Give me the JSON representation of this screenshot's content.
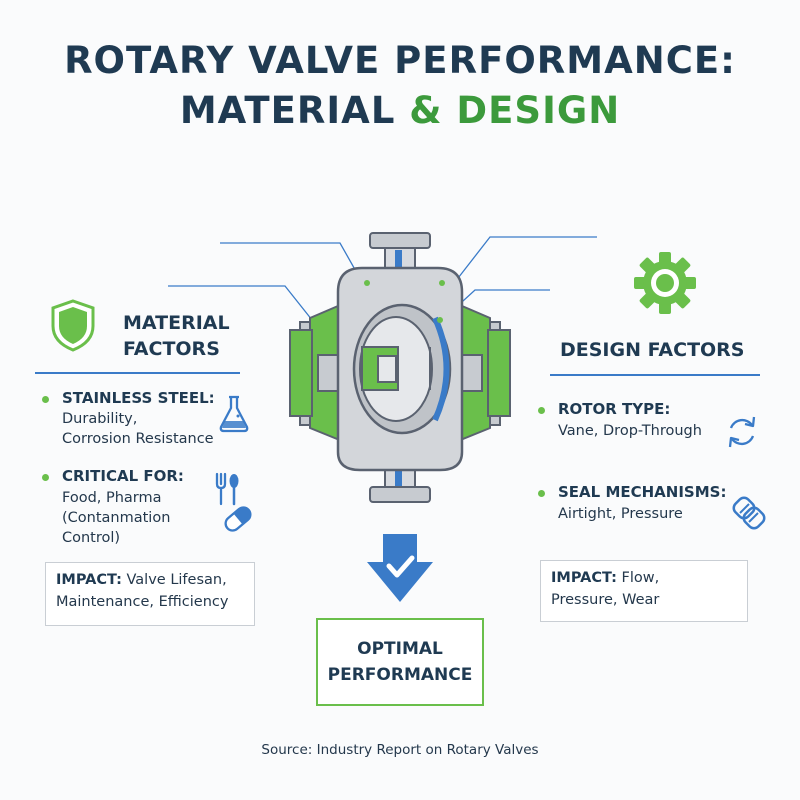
{
  "title": {
    "line1": "ROTARY VALVE PERFORMANCE:",
    "line2_part1": "MATERIAL ",
    "line2_part2": "& DESIGN"
  },
  "colors": {
    "navy": "#1f3a52",
    "green": "#6abf4b",
    "blue": "#3a7bc8",
    "steel": "#c7cbd0"
  },
  "material": {
    "heading_line1": "MATERIAL",
    "heading_line2": "FACTORS",
    "icon": "shield-icon",
    "items": [
      {
        "title": "STAINLESS STEEL:",
        "body_line1": "Durability,",
        "body_line2": "Corrosion Resistance",
        "icon": "flask-icon"
      },
      {
        "title": "CRITICAL FOR:",
        "body_line1": "Food, Pharma",
        "body_line2": "(Contanmation",
        "body_line3": "Control)",
        "icon": "cutlery-and-pill-icon"
      }
    ],
    "impact_label": "IMPACT:",
    "impact_line1": " Valve Lifesan,",
    "impact_line2": "Maintenance, Efficiency"
  },
  "design": {
    "heading": "DESIGN FACTORS",
    "icon": "gear-icon",
    "items": [
      {
        "title": "ROTOR TYPE:",
        "body_line1": "Vane, Drop-Through",
        "icon": "rotate-arrows-icon"
      },
      {
        "title": "SEAL MECHANISMS:",
        "body_line1": "Airtight, Pressure",
        "icon": "seal-link-icon"
      }
    ],
    "impact_label": "IMPACT:",
    "impact_line1": " Flow,",
    "impact_line2": "Pressure, Wear"
  },
  "outcome": {
    "icon": "down-arrow-check-icon",
    "line1": "OPTIMAL",
    "line2": "PERFORMANCE"
  },
  "source": "Source: Industry Report on Rotary Valves"
}
